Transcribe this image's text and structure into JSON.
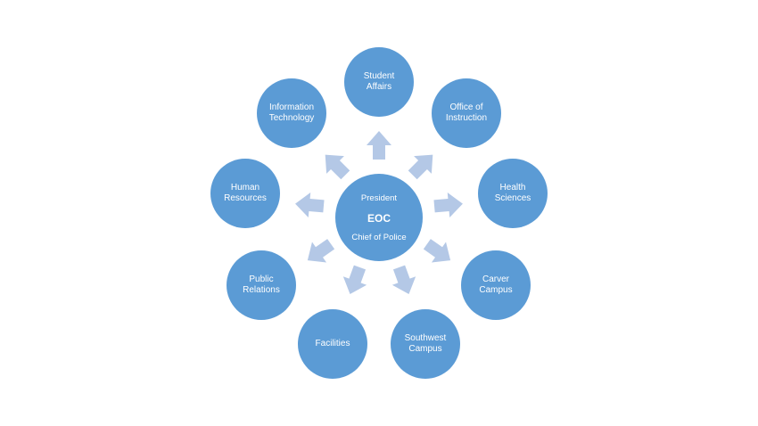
{
  "diagram": {
    "center": {
      "line1": "President",
      "line2": "EOC",
      "line3": "Chief of Police"
    },
    "nodes": [
      {
        "line1": "Student",
        "line2": "Affairs"
      },
      {
        "line1": "Office of",
        "line2": "Instruction"
      },
      {
        "line1": "Health",
        "line2": "Sciences"
      },
      {
        "line1": "Carver",
        "line2": "Campus"
      },
      {
        "line1": "Southwest",
        "line2": "Campus"
      },
      {
        "line1": "Facilities",
        "line2": ""
      },
      {
        "line1": "Public",
        "line2": "Relations"
      },
      {
        "line1": "Human",
        "line2": "Resources"
      },
      {
        "line1": "Information",
        "line2": "Technology"
      }
    ],
    "colors": {
      "circle": "#5b9bd5",
      "arrow": "#b4c8e6",
      "text": "#ffffff"
    }
  }
}
